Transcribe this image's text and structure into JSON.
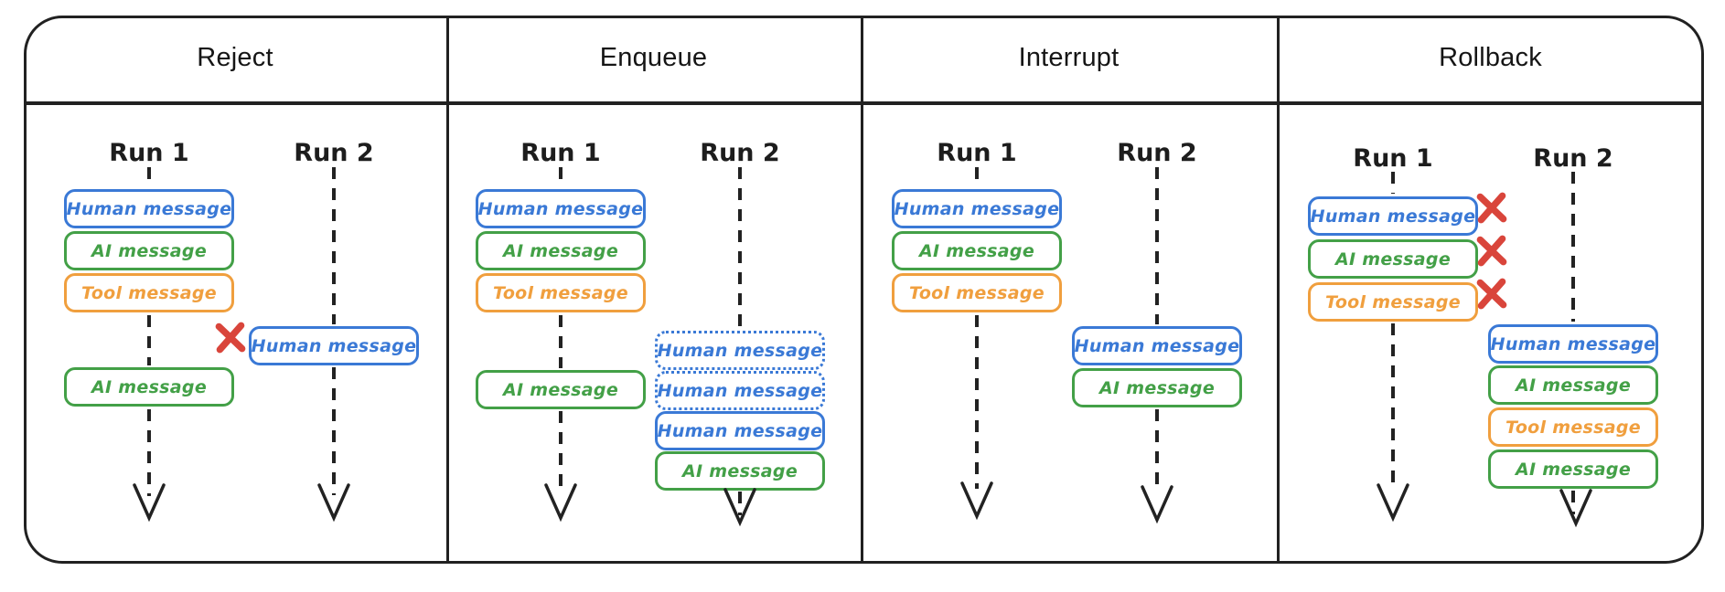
{
  "diagram": {
    "name": "double-texting-strategies",
    "columns": [
      {
        "title": "Reject",
        "runs": [
          {
            "label": "Run 1",
            "messages": [
              {
                "type": "human",
                "label": "Human message",
                "style": "solid"
              },
              {
                "type": "ai",
                "label": "AI message",
                "style": "solid"
              },
              {
                "type": "tool",
                "label": "Tool message",
                "style": "solid"
              },
              {
                "type": "ai",
                "label": "AI message",
                "style": "solid"
              }
            ]
          },
          {
            "label": "Run 2",
            "messages": [
              {
                "type": "human",
                "label": "Human message",
                "style": "solid",
                "marker": "red-x"
              }
            ]
          }
        ]
      },
      {
        "title": "Enqueue",
        "runs": [
          {
            "label": "Run 1",
            "messages": [
              {
                "type": "human",
                "label": "Human message",
                "style": "solid"
              },
              {
                "type": "ai",
                "label": "AI message",
                "style": "solid"
              },
              {
                "type": "tool",
                "label": "Tool message",
                "style": "solid"
              },
              {
                "type": "ai",
                "label": "AI message",
                "style": "solid"
              }
            ]
          },
          {
            "label": "Run 2",
            "messages": [
              {
                "type": "human",
                "label": "Human message",
                "style": "dotted-queued"
              },
              {
                "type": "human",
                "label": "Human message",
                "style": "dotted-queued"
              },
              {
                "type": "human",
                "label": "Human message",
                "style": "solid"
              },
              {
                "type": "ai",
                "label": "AI message",
                "style": "solid"
              }
            ]
          }
        ]
      },
      {
        "title": "Interrupt",
        "runs": [
          {
            "label": "Run 1",
            "messages": [
              {
                "type": "human",
                "label": "Human message",
                "style": "solid"
              },
              {
                "type": "ai",
                "label": "AI message",
                "style": "solid"
              },
              {
                "type": "tool",
                "label": "Tool message",
                "style": "solid"
              }
            ]
          },
          {
            "label": "Run 2",
            "messages": [
              {
                "type": "human",
                "label": "Human message",
                "style": "solid"
              },
              {
                "type": "ai",
                "label": "AI message",
                "style": "solid"
              }
            ]
          }
        ]
      },
      {
        "title": "Rollback",
        "runs": [
          {
            "label": "Run 1",
            "messages": [
              {
                "type": "human",
                "label": "Human message",
                "style": "solid",
                "marker": "red-x"
              },
              {
                "type": "ai",
                "label": "AI message",
                "style": "solid",
                "marker": "red-x"
              },
              {
                "type": "tool",
                "label": "Tool message",
                "style": "solid",
                "marker": "red-x"
              }
            ]
          },
          {
            "label": "Run 2",
            "messages": [
              {
                "type": "human",
                "label": "Human message",
                "style": "solid"
              },
              {
                "type": "ai",
                "label": "AI message",
                "style": "solid"
              },
              {
                "type": "tool",
                "label": "Tool message",
                "style": "solid"
              },
              {
                "type": "ai",
                "label": "AI message",
                "style": "solid"
              }
            ]
          }
        ]
      }
    ],
    "colors": {
      "human_message": "#3a79d6",
      "ai_message": "#43a047",
      "tool_message": "#f09f3e",
      "x_mark": "#d9453b",
      "outline": "#212121",
      "background": "#ffffff"
    }
  }
}
